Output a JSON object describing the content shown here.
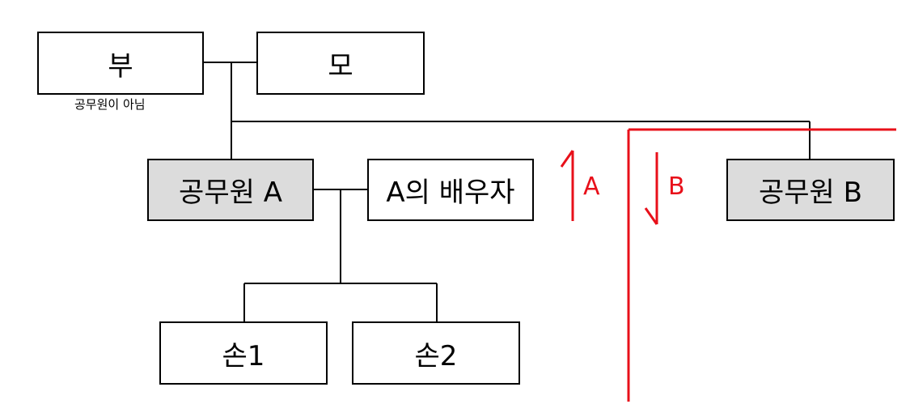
{
  "nodes": {
    "father": "부",
    "father_note": "공무원이 아님",
    "mother": "모",
    "official_a": "공무원 A",
    "spouse_a": "A의 배우자",
    "official_b": "공무원 B",
    "grandchild1": "손1",
    "grandchild2": "손2"
  },
  "arrows": {
    "up_label": "A",
    "down_label": "B"
  },
  "colors": {
    "official_fill": "#dcdcdc",
    "line": "#000000",
    "accent": "#e8101a"
  }
}
